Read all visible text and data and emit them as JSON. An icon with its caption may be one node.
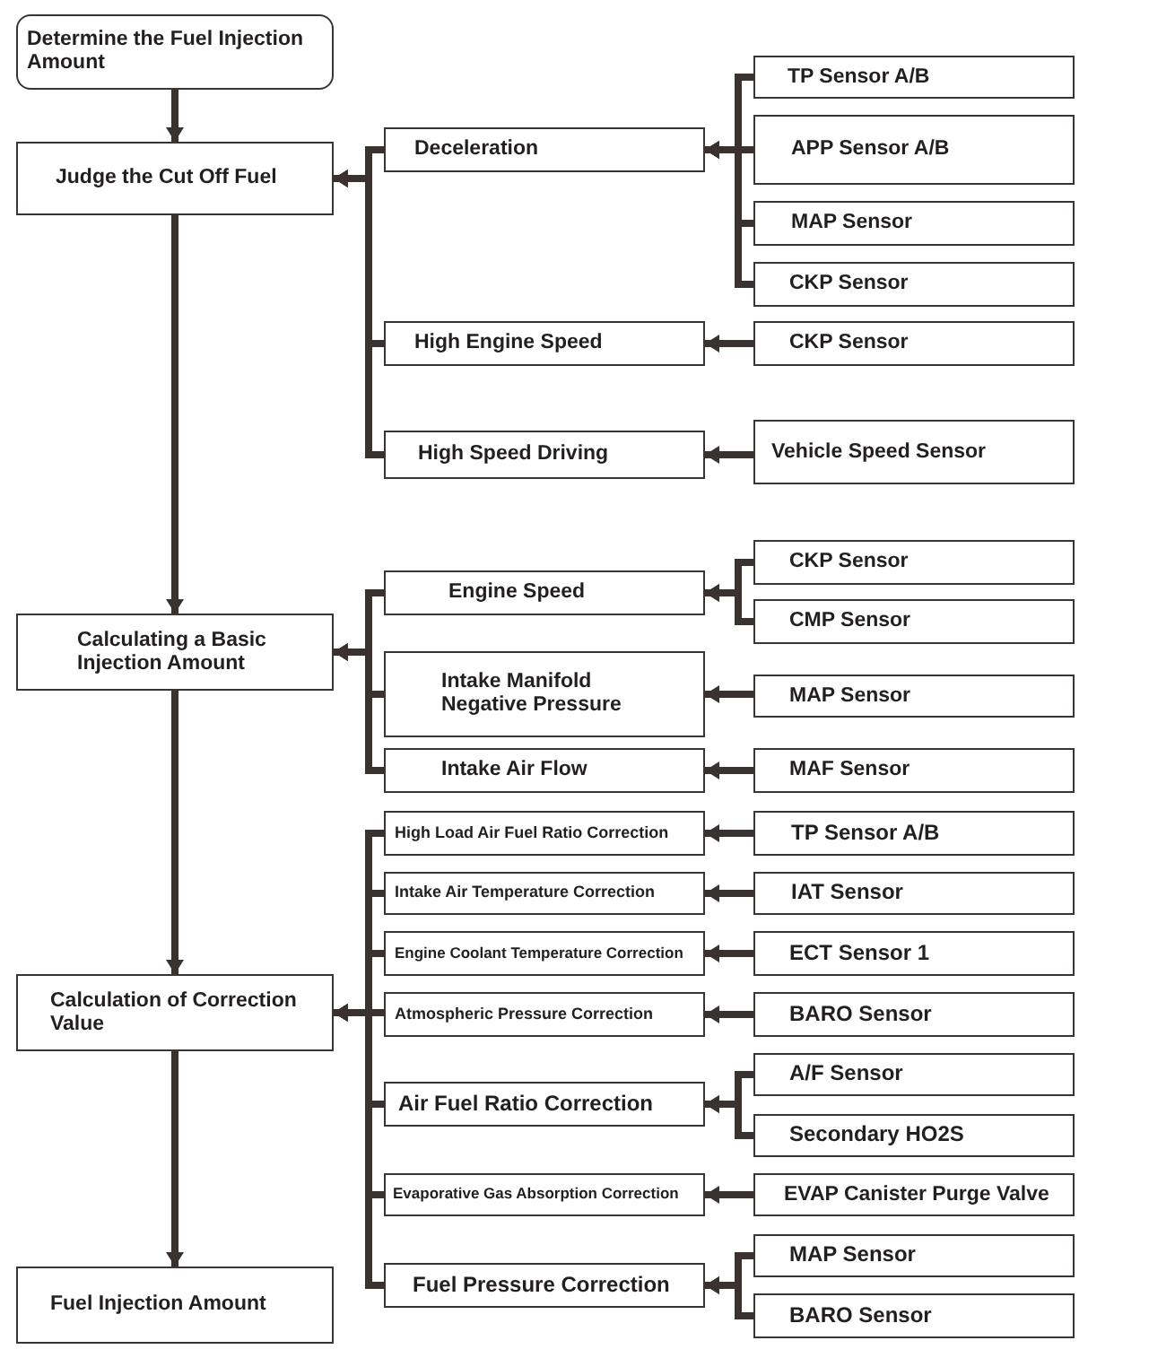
{
  "diagram": {
    "nodes": [
      {
        "text": [
          "Determine the Fuel Injection Amount"
        ]
      },
      {
        "text": [
          "Judge the Cut Off Fuel"
        ]
      },
      {
        "text": [
          "Deceleration"
        ]
      },
      {
        "text": [
          "TP Sensor A/B"
        ]
      },
      {
        "text": [
          "APP Sensor A/B"
        ]
      },
      {
        "text": [
          "MAP Sensor"
        ]
      },
      {
        "text": [
          "CKP Sensor"
        ]
      },
      {
        "text": [
          "High Engine Speed"
        ]
      },
      {
        "text": [
          "CKP Sensor"
        ]
      },
      {
        "text": [
          "High Speed Driving"
        ]
      },
      {
        "text": [
          "Vehicle Speed Sensor"
        ]
      },
      {
        "text": [
          "Calculating a Basic Injection Amount"
        ]
      },
      {
        "text": [
          "Engine Speed"
        ]
      },
      {
        "text": [
          "CKP Sensor"
        ]
      },
      {
        "text": [
          "CMP Sensor"
        ]
      },
      {
        "text": [
          "Intake Manifold Negative Pressure"
        ]
      },
      {
        "text": [
          "MAP Sensor"
        ]
      },
      {
        "text": [
          "Intake Air Flow"
        ]
      },
      {
        "text": [
          "MAF Sensor"
        ]
      },
      {
        "text": [
          "Calculation of Correction Value"
        ]
      },
      {
        "text": [
          "High Load Air Fuel Ratio Correction"
        ]
      },
      {
        "text": [
          "TP Sensor A/B"
        ]
      },
      {
        "text": [
          "Intake Air Temperature Correction"
        ]
      },
      {
        "text": [
          "IAT Sensor"
        ]
      },
      {
        "text": [
          "Engine Coolant Temperature Correction"
        ]
      },
      {
        "text": [
          "ECT Sensor 1"
        ]
      },
      {
        "text": [
          "Atmospheric Pressure Correction"
        ]
      },
      {
        "text": [
          "BARO Sensor"
        ]
      },
      {
        "text": [
          "Air Fuel Ratio Correction"
        ]
      },
      {
        "text": [
          "A/F Sensor"
        ]
      },
      {
        "text": [
          "Secondary HO2S"
        ]
      },
      {
        "text": [
          "Evaporative Gas Absorption Correction"
        ]
      },
      {
        "text": [
          "EVAP Canister Purge Valve"
        ]
      },
      {
        "text": [
          "Fuel Pressure Correction"
        ]
      },
      {
        "text": [
          "MAP Sensor"
        ]
      },
      {
        "text": [
          "BARO Sensor"
        ]
      },
      {
        "text": [
          "Fuel Injection Amount"
        ]
      }
    ],
    "edges": [
      {
        "from": 0,
        "to": 1,
        "arrow": "to"
      },
      {
        "from": 2,
        "to": 1,
        "arrow": "to"
      },
      {
        "from": 7,
        "to": 1,
        "arrow": "to"
      },
      {
        "from": 9,
        "to": 1,
        "arrow": "to"
      },
      {
        "from": 3,
        "to": 2,
        "arrow": "to"
      },
      {
        "from": 4,
        "to": 2,
        "arrow": "to"
      },
      {
        "from": 5,
        "to": 2,
        "arrow": "to"
      },
      {
        "from": 6,
        "to": 2,
        "arrow": "to"
      },
      {
        "from": 8,
        "to": 7,
        "arrow": "to"
      },
      {
        "from": 10,
        "to": 9,
        "arrow": "to"
      },
      {
        "from": 1,
        "to": 11,
        "arrow": "to"
      },
      {
        "from": 12,
        "to": 11,
        "arrow": "to"
      },
      {
        "from": 15,
        "to": 11,
        "arrow": "to"
      },
      {
        "from": 17,
        "to": 11,
        "arrow": "to"
      },
      {
        "from": 13,
        "to": 12,
        "arrow": "to"
      },
      {
        "from": 14,
        "to": 12,
        "arrow": "to"
      },
      {
        "from": 16,
        "to": 15,
        "arrow": "to"
      },
      {
        "from": 18,
        "to": 17,
        "arrow": "to"
      },
      {
        "from": 11,
        "to": 19,
        "arrow": "to"
      },
      {
        "from": 20,
        "to": 19,
        "arrow": "to"
      },
      {
        "from": 22,
        "to": 19,
        "arrow": "to"
      },
      {
        "from": 24,
        "to": 19,
        "arrow": "to"
      },
      {
        "from": 26,
        "to": 19,
        "arrow": "to"
      },
      {
        "from": 28,
        "to": 19,
        "arrow": "to"
      },
      {
        "from": 31,
        "to": 19,
        "arrow": "to"
      },
      {
        "from": 33,
        "to": 19,
        "arrow": "to"
      },
      {
        "from": 21,
        "to": 20,
        "arrow": "to"
      },
      {
        "from": 23,
        "to": 22,
        "arrow": "to"
      },
      {
        "from": 25,
        "to": 24,
        "arrow": "to"
      },
      {
        "from": 27,
        "to": 26,
        "arrow": "to"
      },
      {
        "from": 29,
        "to": 28,
        "arrow": "to"
      },
      {
        "from": 30,
        "to": 28,
        "arrow": "to"
      },
      {
        "from": 32,
        "to": 31,
        "arrow": "to"
      },
      {
        "from": 34,
        "to": 33,
        "arrow": "to"
      },
      {
        "from": 35,
        "to": 33,
        "arrow": "to"
      },
      {
        "from": 19,
        "to": 36,
        "arrow": "to"
      }
    ]
  }
}
